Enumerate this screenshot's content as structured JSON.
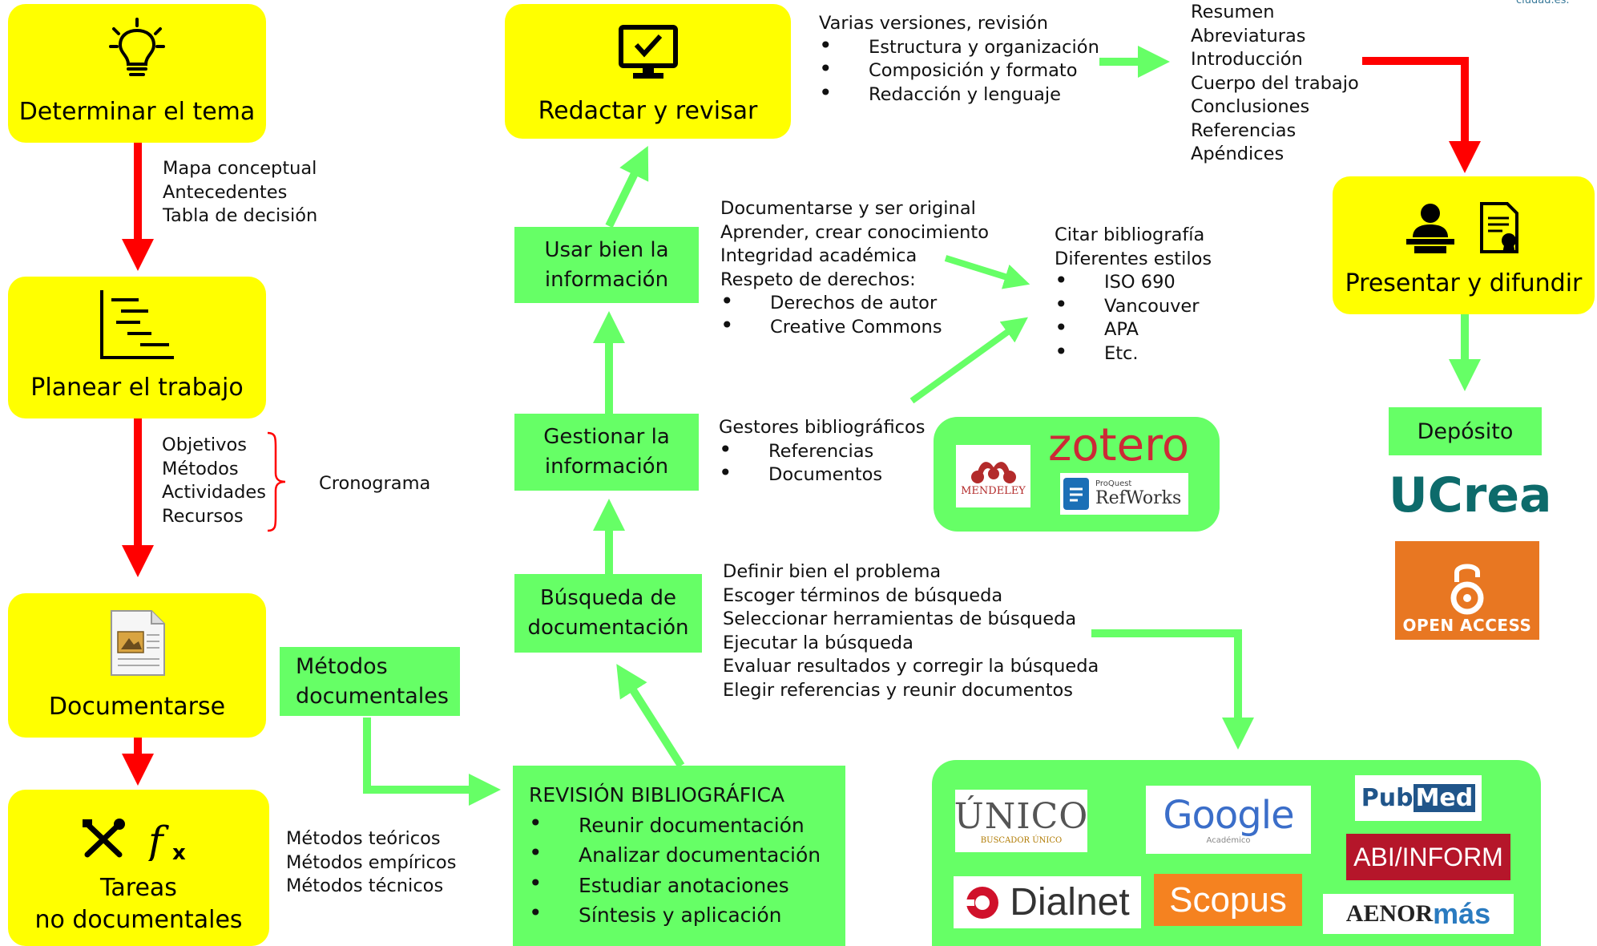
{
  "corner_note": "ciudad.es.",
  "steps": {
    "determinar": "Determinar el tema",
    "planear": "Planear el trabajo",
    "documentarse": "Documentarse",
    "tareas_line1": "Tareas",
    "tareas_line2": "no documentales",
    "redactar": "Redactar y revisar",
    "presentar": "Presentar y difundir"
  },
  "green_boxes": {
    "usar_line1": "Usar bien la",
    "usar_line2": "información",
    "gestionar_line1": "Gestionar la",
    "gestionar_line2": "información",
    "busqueda_line1": "Búsqueda de",
    "busqueda_line2": "documentación",
    "metodos_line1": "Métodos",
    "metodos_line2": "documentales",
    "deposito": "Depósito"
  },
  "tema_notes": [
    "Mapa conceptual",
    "Antecedentes",
    "Tabla de decisión"
  ],
  "plan_notes": [
    "Objetivos",
    "Métodos",
    "Actividades",
    "Recursos"
  ],
  "cronograma": "Cronograma",
  "tareas_notes": [
    "Métodos teóricos",
    "Métodos empíricos",
    "Métodos técnicos"
  ],
  "revision": {
    "title": "REVISIÓN BIBLIOGRÁFICA",
    "items": [
      "Reunir documentación",
      "Analizar documentación",
      "Estudiar anotaciones",
      "Síntesis y aplicación"
    ]
  },
  "redactar_notes": {
    "heading": "Varias versiones, revisión",
    "items": [
      "Estructura y organización",
      "Composición y formato",
      "Redacción y lenguaje"
    ]
  },
  "structure_list": [
    "Resumen",
    "Abreviaturas",
    "Introducción",
    "Cuerpo del trabajo",
    "Conclusiones",
    "Referencias",
    "Apéndices"
  ],
  "usar_notes": {
    "lines": [
      "Documentarse y ser original",
      "Aprender, crear conocimiento",
      "Integridad académica",
      "Respeto de derechos:"
    ],
    "items": [
      "Derechos de autor",
      "Creative Commons"
    ]
  },
  "citar_notes": {
    "lines": [
      "Citar bibliografía",
      "Diferentes estilos"
    ],
    "items": [
      "ISO 690",
      "Vancouver",
      "APA",
      "Etc."
    ]
  },
  "gestores_notes": {
    "heading": "Gestores bibliográficos",
    "items": [
      "Referencias",
      "Documentos"
    ]
  },
  "busqueda_notes": [
    "Definir bien el problema",
    "Escoger términos de búsqueda",
    "Seleccionar herramientas de búsqueda",
    "Ejecutar la búsqueda",
    "Evaluar resultados y corregir la búsqueda",
    "Elegir referencias y reunir documentos"
  ],
  "logos": {
    "mendeley": "MENDELEY",
    "zotero": "zotero",
    "refworks_small": "ProQuest",
    "refworks": "RefWorks",
    "ucrea": "UCrea",
    "open_access": "OPEN ACCESS",
    "unico": "ÚNICO",
    "unico_sub": "BUSCADOR ÚNICO",
    "google": "Google",
    "google_sub": "Académico",
    "pubmed_a": "Pub",
    "pubmed_b": "Med",
    "abi": "ABI/INFORM",
    "dialnet": "Dialnet",
    "scopus": "Scopus",
    "aenor_a": "AENOR",
    "aenor_b": "más"
  },
  "icons": [
    "lightbulb-icon",
    "gantt-icon",
    "document-icon",
    "tools-icon",
    "function-icon",
    "monitor-check-icon",
    "presenter-icon",
    "certificate-icon",
    "open-access-icon"
  ],
  "colors": {
    "yellow": "#ffff00",
    "green": "#66ff66",
    "red_arrow": "#ff0000",
    "green_arrow": "#66ff66"
  }
}
